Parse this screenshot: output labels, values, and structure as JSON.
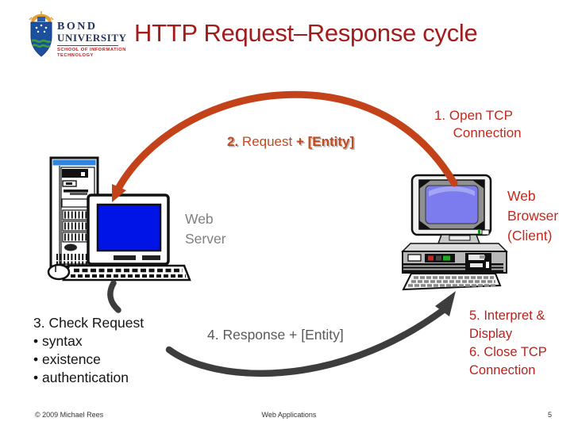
{
  "header": {
    "title": "HTTP Request–Response cycle"
  },
  "logo": {
    "name_line1": "BOND",
    "name_line2": "UNIVERSITY",
    "school_line1": "SCHOOL OF INFORMATION",
    "school_line2": "TECHNOLOGY"
  },
  "diagram": {
    "step1": "1. Open TCP\n     Connection",
    "step2_num": "2.",
    "step2_mid": " Request ",
    "step2_suffix": "+ [Entity]",
    "server_label": "Web\nServer",
    "browser_label": "Web\nBrowser\n(Client)",
    "step3": "3. Check Request\n• syntax\n• existence\n• authentication",
    "step4": "4. Response + [Entity]",
    "step56": "5. Interpret &\nDisplay\n6. Close TCP\nConnection"
  },
  "footer": {
    "copyright": "© 2009 Michael Rees",
    "center": "Web Applications",
    "page_number": "5"
  },
  "colors": {
    "title_red": "#A21C1C",
    "accent_red": "#C3291E",
    "request_arrow_red": "#C4421A",
    "step2_orange_red": "#C24A1E",
    "response_arrow_gray": "#3D3D3D",
    "web_server_gray": "#7F7F7F",
    "response_text_gray": "#595959",
    "step56_red": "#B5241E",
    "server_screen_blue": "#0014E8",
    "client_screen_blue": "#7C7CEF"
  }
}
